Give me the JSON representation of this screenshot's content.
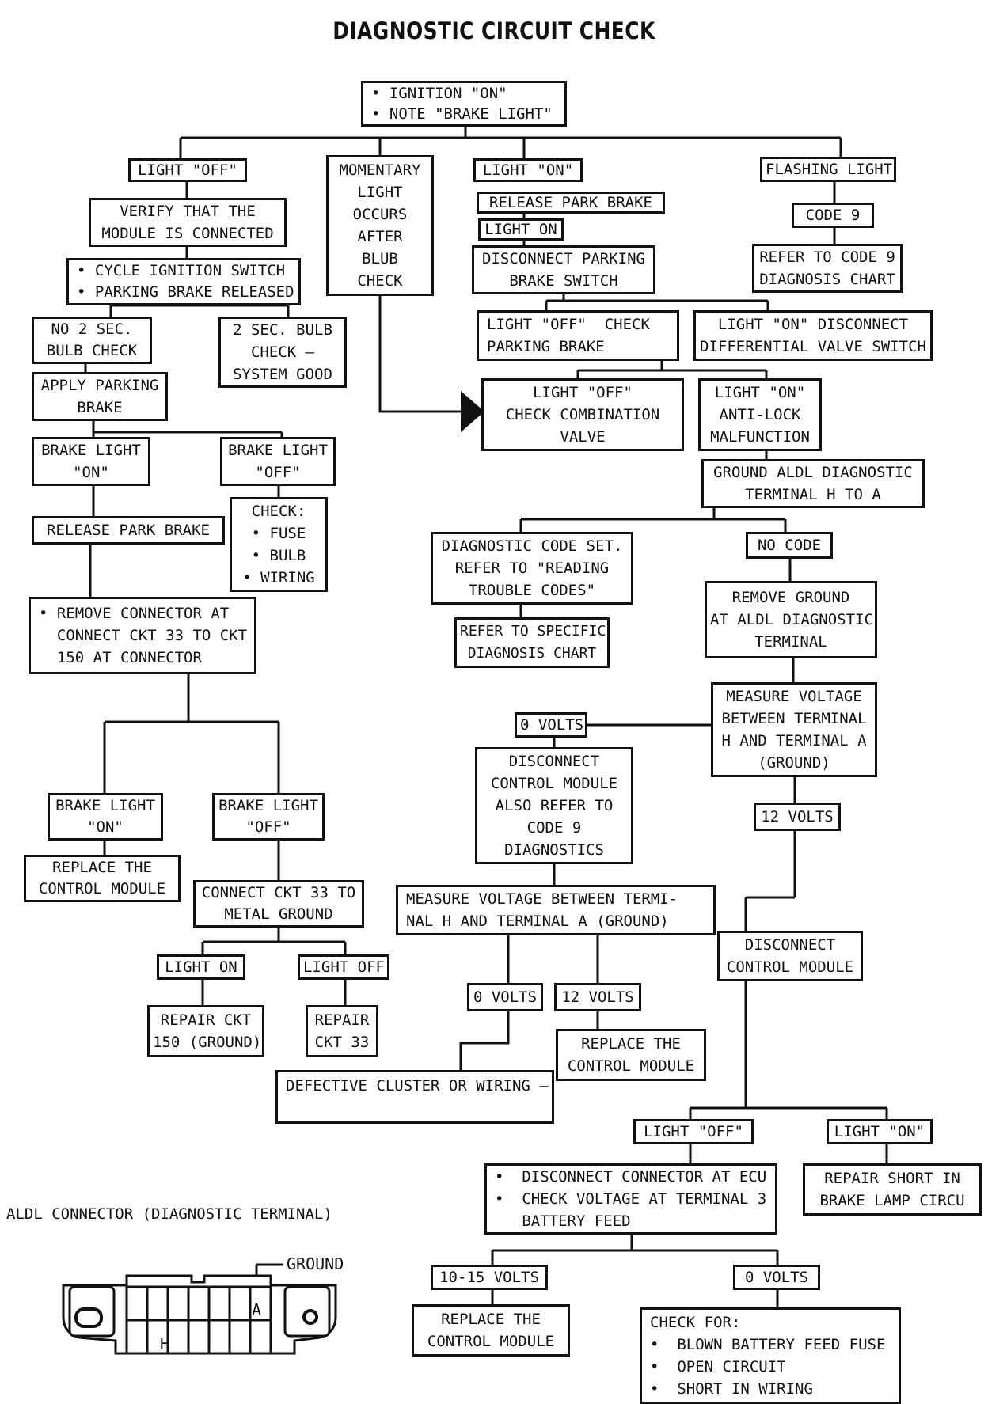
{
  "title": "DIAGNOSTIC CIRCUIT CHECK",
  "boxes": [
    {
      "id": "start",
      "lines": [
        "• IGNITION \"ON\"",
        "• NOTE \"BRAKE LIGHT\""
      ],
      "left": true
    },
    {
      "id": "light_off",
      "lines": [
        "LIGHT \"OFF\""
      ]
    },
    {
      "id": "momentary",
      "lines": [
        "MOMENTARY",
        "LIGHT",
        "OCCURS",
        "AFTER",
        "BLUB",
        "CHECK"
      ]
    },
    {
      "id": "light_on",
      "lines": [
        "LIGHT \"ON\""
      ]
    },
    {
      "id": "flashing",
      "lines": [
        "FLASHING LIGHT"
      ]
    },
    {
      "id": "verify_module",
      "lines": [
        "VERIFY THAT THE",
        "MODULE IS CONNECTED"
      ]
    },
    {
      "id": "release_park_1",
      "lines": [
        "RELEASE PARK BRAKE"
      ]
    },
    {
      "id": "light_on_2",
      "lines": [
        "LIGHT ON"
      ]
    },
    {
      "id": "code9",
      "lines": [
        "CODE 9"
      ]
    },
    {
      "id": "cycle_ign",
      "lines": [
        "• CYCLE IGNITION SWITCH",
        "• PARKING BRAKE RELEASED"
      ],
      "left": true
    },
    {
      "id": "disconnect_pbs",
      "lines": [
        "DISCONNECT PARKING",
        "BRAKE SWITCH"
      ]
    },
    {
      "id": "refer_code9",
      "lines": [
        "REFER TO CODE 9",
        "DIAGNOSIS CHART"
      ]
    },
    {
      "id": "no2sec",
      "lines": [
        "NO 2 SEC.",
        "BULB CHECK"
      ]
    },
    {
      "id": "two_sec",
      "lines": [
        "2 SEC. BULB",
        "CHECK —",
        "SYSTEM GOOD"
      ]
    },
    {
      "id": "off_check_pb",
      "lines": [
        "LIGHT \"OFF\"  CHECK",
        "PARKING BRAKE"
      ],
      "left": true
    },
    {
      "id": "on_disc_dvs",
      "lines": [
        "LIGHT \"ON\" DISCONNECT",
        "DIFFERENTIAL VALVE SWITCH"
      ]
    },
    {
      "id": "apply_pb",
      "lines": [
        "APPLY PARKING",
        "BRAKE"
      ]
    },
    {
      "id": "check_comb",
      "lines": [
        "LIGHT \"OFF\"",
        "CHECK COMBINATION",
        "VALVE"
      ]
    },
    {
      "id": "antilock",
      "lines": [
        "LIGHT \"ON\"",
        "ANTI-LOCK",
        "MALFUNCTION"
      ]
    },
    {
      "id": "brake_on_1",
      "lines": [
        "BRAKE LIGHT",
        "\"ON\""
      ]
    },
    {
      "id": "brake_off_1",
      "lines": [
        "BRAKE LIGHT",
        "\"OFF\""
      ]
    },
    {
      "id": "ground_aldl",
      "lines": [
        "GROUND ALDL DIAGNOSTIC",
        "TERMINAL H TO A"
      ]
    },
    {
      "id": "check_fuse",
      "lines": [
        "CHECK:",
        "• FUSE",
        "• BULB",
        "• WIRING"
      ]
    },
    {
      "id": "release_park_2",
      "lines": [
        "RELEASE PARK BRAKE"
      ]
    },
    {
      "id": "diag_code_set",
      "lines": [
        "DIAGNOSTIC CODE SET.",
        "REFER TO \"READING",
        "TROUBLE CODES\""
      ]
    },
    {
      "id": "no_code",
      "lines": [
        "NO CODE"
      ]
    },
    {
      "id": "remove_connector",
      "lines": [
        "• REMOVE CONNECTOR AT",
        "  CONNECT CKT 33 TO CKT",
        "  150 AT CONNECTOR"
      ],
      "left": true
    },
    {
      "id": "refer_specific",
      "lines": [
        "REFER TO SPECIFIC",
        "DIAGNOSIS CHART"
      ]
    },
    {
      "id": "remove_ground",
      "lines": [
        "REMOVE GROUND",
        "AT ALDL DIAGNOSTIC",
        "TERMINAL"
      ]
    },
    {
      "id": "measure_v1",
      "lines": [
        "MEASURE VOLTAGE",
        "BETWEEN TERMINAL",
        "H AND TERMINAL A",
        "(GROUND)"
      ]
    },
    {
      "id": "zero_v1",
      "lines": [
        "0 VOLTS"
      ]
    },
    {
      "id": "disc_ctrl_code9",
      "lines": [
        "DISCONNECT",
        "CONTROL MODULE",
        "ALSO REFER TO",
        "CODE 9",
        "DIAGNOSTICS"
      ]
    },
    {
      "id": "twelve_v1",
      "lines": [
        "12 VOLTS"
      ]
    },
    {
      "id": "brake_on_2",
      "lines": [
        "BRAKE LIGHT",
        "\"ON\""
      ]
    },
    {
      "id": "brake_off_2",
      "lines": [
        "BRAKE LIGHT",
        "\"OFF\""
      ]
    },
    {
      "id": "replace_cm_1",
      "lines": [
        "REPLACE THE",
        "CONTROL MODULE"
      ]
    },
    {
      "id": "measure_v2",
      "lines": [
        "MEASURE VOLTAGE BETWEEN TERMI-",
        "NAL H AND TERMINAL A (GROUND)"
      ],
      "left": true
    },
    {
      "id": "connect_ckt33",
      "lines": [
        "CONNECT CKT 33 TO",
        "METAL GROUND"
      ]
    },
    {
      "id": "disc_ctrl",
      "lines": [
        "DISCONNECT",
        "CONTROL MODULE"
      ]
    },
    {
      "id": "light_on_3",
      "lines": [
        "LIGHT ON"
      ]
    },
    {
      "id": "light_off_3",
      "lines": [
        "LIGHT OFF"
      ]
    },
    {
      "id": "zero_v2",
      "lines": [
        "0 VOLTS"
      ]
    },
    {
      "id": "twelve_v2",
      "lines": [
        "12 VOLTS"
      ]
    },
    {
      "id": "repair_150",
      "lines": [
        "REPAIR CKT",
        "150 (GROUND)"
      ]
    },
    {
      "id": "repair_33",
      "lines": [
        "REPAIR",
        "CKT 33"
      ]
    },
    {
      "id": "replace_cm_2",
      "lines": [
        "REPLACE THE",
        "CONTROL MODULE"
      ]
    },
    {
      "id": "defective",
      "lines": [
        "DEFECTIVE CLUSTER OR WIRING —",
        ""
      ],
      "left": true
    },
    {
      "id": "light_off_4",
      "lines": [
        "LIGHT \"OFF\""
      ]
    },
    {
      "id": "light_on_4",
      "lines": [
        "LIGHT \"ON\""
      ]
    },
    {
      "id": "disc_ecu",
      "lines": [
        "•  DISCONNECT CONNECTOR AT ECU",
        "•  CHECK VOLTAGE AT TERMINAL 3",
        "   BATTERY FEED"
      ],
      "left": true
    },
    {
      "id": "repair_short",
      "lines": [
        "REPAIR SHORT IN",
        "BRAKE LAMP CIRCU"
      ]
    },
    {
      "id": "ten15",
      "lines": [
        "10-15 VOLTS"
      ]
    },
    {
      "id": "zero_v3",
      "lines": [
        "0 VOLTS"
      ]
    },
    {
      "id": "replace_cm_3",
      "lines": [
        "REPLACE THE",
        "CONTROL MODULE"
      ]
    },
    {
      "id": "check_for",
      "lines": [
        "CHECK FOR:",
        "•  BLOWN BATTERY FEED FUSE",
        "•  OPEN CIRCUIT",
        "•  SHORT IN WIRING"
      ],
      "left": true
    }
  ],
  "connector": {
    "caption": "ALDL CONNECTOR (DIAGNOSTIC TERMINAL)",
    "ground_label": "GROUND",
    "terminal_a": "A",
    "terminal_h": "H"
  }
}
